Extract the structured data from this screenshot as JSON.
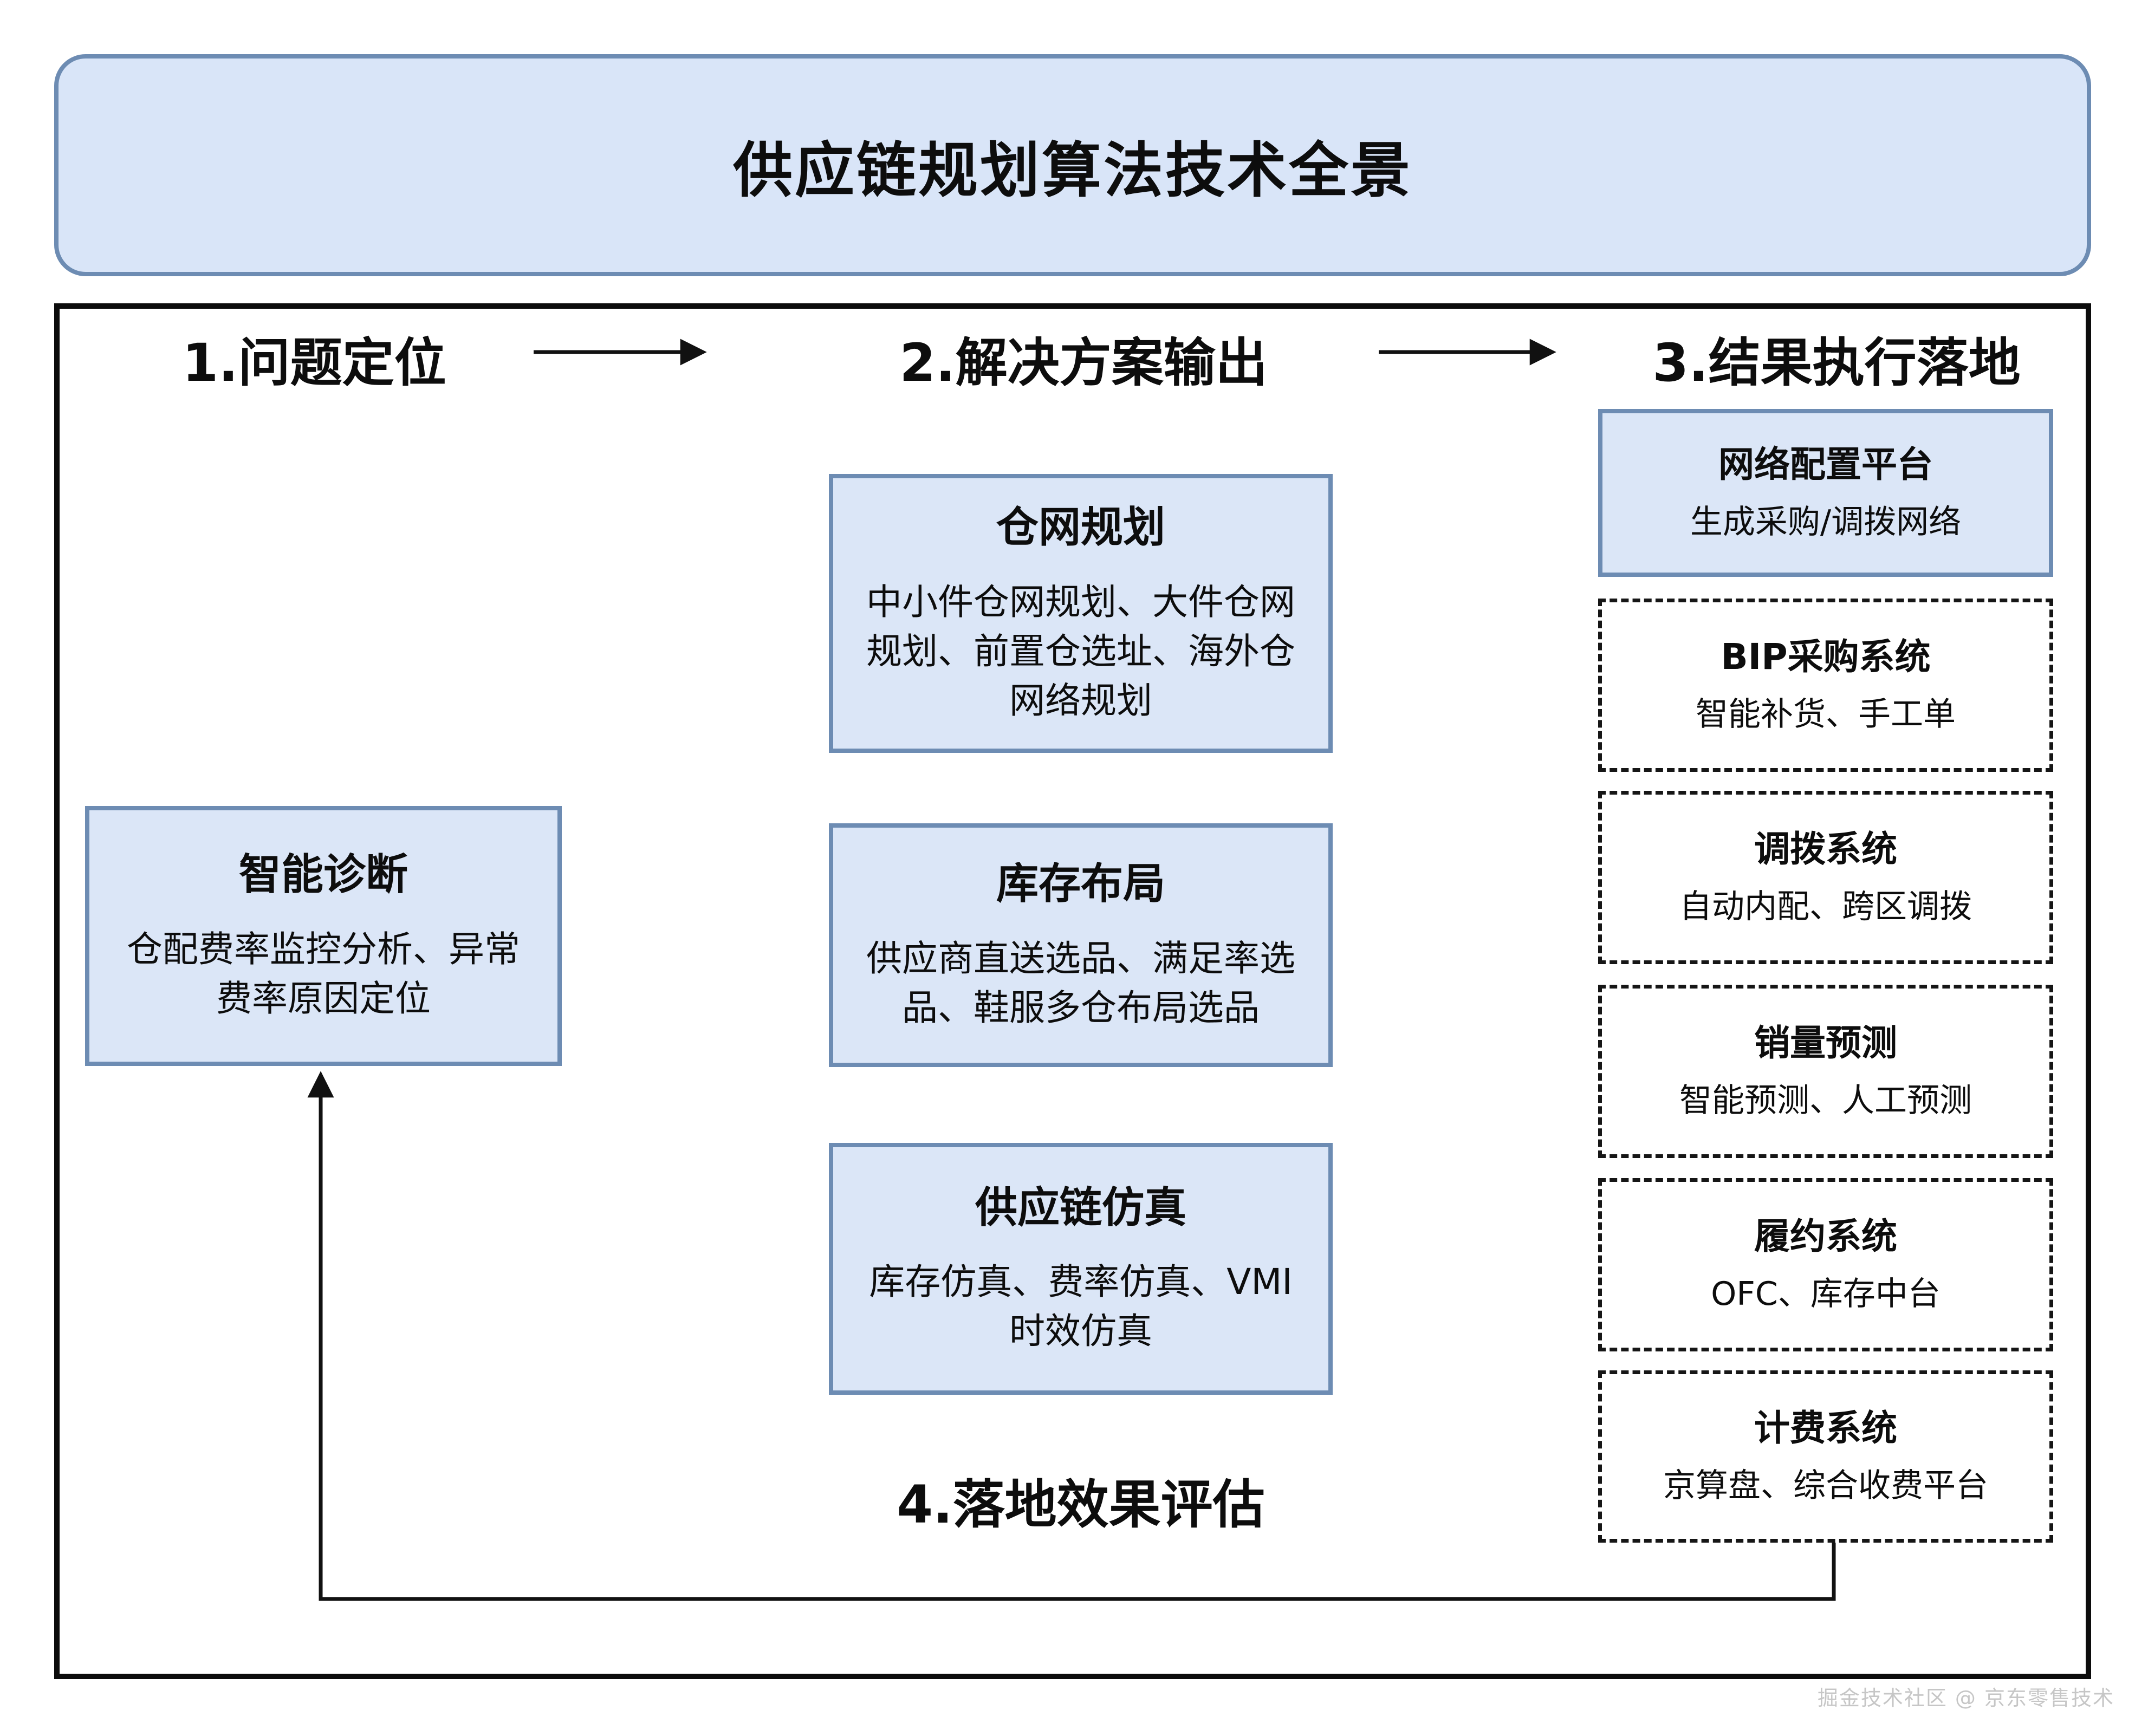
{
  "banner": {
    "title": "供应链规划算法技术全景"
  },
  "flow": {
    "steps": [
      {
        "label": "1.问题定位"
      },
      {
        "label": "2.解决方案输出"
      },
      {
        "label": "3.结果执行落地"
      }
    ],
    "step4_label": "4.落地效果评估"
  },
  "diagnosis_box": {
    "title": "智能诊断",
    "body": "仓配费率监控分析、异常费率原因定位"
  },
  "solution_boxes": [
    {
      "title": "仓网规划",
      "body": "中小件仓网规划、大件仓网规划、前置仓选址、海外仓网络规划"
    },
    {
      "title": "库存布局",
      "body": "供应商直送选品、满足率选品、鞋服多仓布局选品"
    },
    {
      "title": "供应链仿真",
      "body": "库存仿真、费率仿真、VMI时效仿真"
    }
  ],
  "execution_boxes": [
    {
      "title": "网络配置平台",
      "body": "生成采购/调拨网络",
      "style": "solid"
    },
    {
      "title": "BIP采购系统",
      "body": "智能补货、手工单",
      "style": "dashed"
    },
    {
      "title": "调拨系统",
      "body": "自动内配、跨区调拨",
      "style": "dashed"
    },
    {
      "title": "销量预测",
      "body": "智能预测、人工预测",
      "style": "dashed"
    },
    {
      "title": "履约系统",
      "body": "OFC、库存中台",
      "style": "dashed"
    },
    {
      "title": "计费系统",
      "body": "京算盘、综合收费平台",
      "style": "dashed"
    }
  ],
  "watermark": "掘金技术社区 @ 京东零售技术",
  "colors": {
    "box_fill": "#dbe6f7",
    "box_border": "#6d8cb3",
    "banner_fill": "#d9e5f8",
    "line": "#111111",
    "watermark": "#c6c6c6"
  }
}
